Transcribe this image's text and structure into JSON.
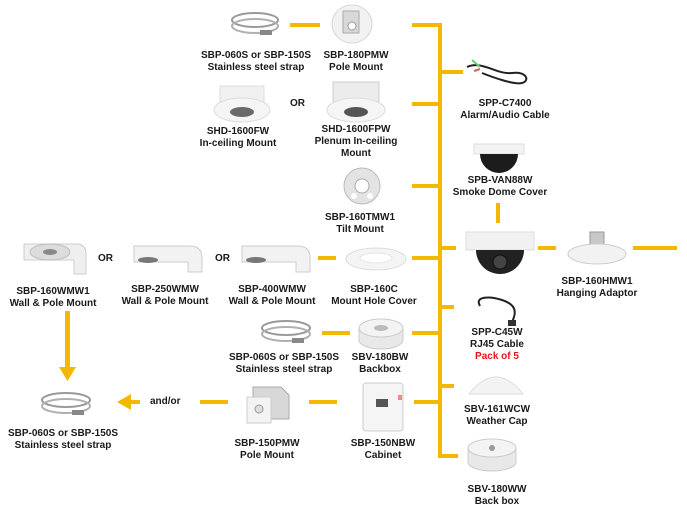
{
  "accent_color": "#f5b800",
  "highlight_color": "#e8141b",
  "connector_words": {
    "or": "OR",
    "and_or": "and/or"
  },
  "products": {
    "strap_top": {
      "model": "SBP-060S or SBP-150S",
      "desc": "Stainless steel strap"
    },
    "pole_top": {
      "model": "SBP-180PMW",
      "desc": "Pole Mount"
    },
    "inceiling": {
      "model": "SHD-1600FW",
      "desc": "In-ceiling Mount"
    },
    "plenum": {
      "model": "SHD-1600FPW",
      "desc": "Plenum In-ceiling",
      "desc2": "Mount"
    },
    "alarm_cable": {
      "model": "SPP-C7400",
      "desc": "Alarm/Audio Cable"
    },
    "smoke_cover": {
      "model": "SPB-VAN88W",
      "desc": "Smoke Dome Cover"
    },
    "tilt": {
      "model": "SBP-160TMW1",
      "desc": "Tilt Mount"
    },
    "wall160": {
      "model": "SBP-160WMW1",
      "desc": "Wall & Pole Mount"
    },
    "wall250": {
      "model": "SBP-250WMW",
      "desc": "Wall & Pole Mount"
    },
    "wall400": {
      "model": "SBP-400WMW",
      "desc": "Wall & Pole Mount"
    },
    "holecover": {
      "model": "SBP-160C",
      "desc": "Mount Hole Cover"
    },
    "camera": {
      "model": ""
    },
    "hanging": {
      "model": "SBP-160HMW1",
      "desc": "Hanging Adaptor"
    },
    "rj45": {
      "model": "SPP-C45W",
      "desc": "RJ45 Cable",
      "note": "Pack of 5"
    },
    "strap_mid": {
      "model": "SBP-060S or SBP-150S",
      "desc": "Stainless steel strap"
    },
    "backbox180": {
      "model": "SBV-180BW",
      "desc": "Backbox"
    },
    "weathercap": {
      "model": "SBV-161WCW",
      "desc": "Weather Cap"
    },
    "strap_left": {
      "model": "SBP-060S or SBP-150S",
      "desc": "Stainless steel strap"
    },
    "pole150": {
      "model": "SBP-150PMW",
      "desc": "Pole Mount"
    },
    "cabinet": {
      "model": "SBP-150NBW",
      "desc": "Cabinet"
    },
    "backbox_ww": {
      "model": "SBV-180WW",
      "desc": "Back box"
    }
  }
}
